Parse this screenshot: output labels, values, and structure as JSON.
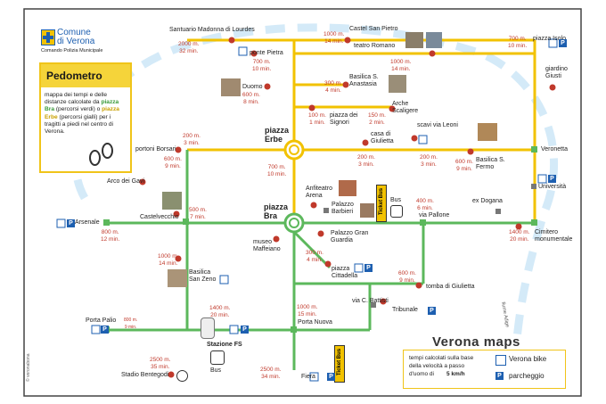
{
  "header": {
    "city_name_line1": "Comune",
    "city_name_line2": "di Verona",
    "authority": "Comando Polizia Municipale"
  },
  "pedometro": {
    "title": "Pedometro",
    "desc_1": "mappa dei tempi e delle distanze calcolate da",
    "piazza_bra": "piazza Bra",
    "desc_2": "(percorsi verdi) o",
    "piazza_erbe": "piazza Erbe",
    "desc_3": "(percorsi gialli) per i tragitti a piedi nel centro di Verona."
  },
  "places": {
    "santuario": "Santuario Madonna di Lourdes",
    "castel_san_pietro": "Castel San Pietro",
    "teatro_romano": "teatro Romano",
    "ponte_pietra": "ponte Pietra",
    "piazza_isolo": "piazza Isolo",
    "giardino_giusti": "giardino Giusti",
    "duomo": "Duomo",
    "basilica_anastasia": "Basilica S. Anastasia",
    "arche_scaligere": "Arche Scaligere",
    "piazza_signori": "piazza dei Signori",
    "scavi_leoni": "scavi via Leoni",
    "casa_giulietta": "casa di Giulietta",
    "porton_borsari": "portoni Borsari",
    "veronetta": "Veronetta",
    "basilica_fermo": "Basilica S. Fermo",
    "universita": "Università",
    "arco_gavi": "Arco dei Gavi",
    "anfiteatro": "Anfiteatro Arena",
    "palazzo_barbieri": "Palazzo Barbieri",
    "ex_dogana": "ex Dogana",
    "castelvecchio": "Castelvecchio",
    "arsenale": "Arsenale",
    "via_pallone": "via Pallone",
    "cimitero": "Cimitero monumentale",
    "museo_maffeiano": "museo Maffeiano",
    "gran_guardia": "Palazzo Gran Guardia",
    "basilica_zeno": "Basilica San Zeno",
    "piazza_cittadella": "piazza Cittadella",
    "tomba_giulietta": "tomba di Giulietta",
    "via_battisti": "via C. Battisti",
    "tribunale": "Tribunale",
    "porta_palio": "Porta Palio",
    "porta_nuova": "Porta Nuova",
    "stazione_fs": "Stazione FS",
    "bus": "Bus",
    "stadio": "Stadio Bentegodi",
    "fiera": "Fiera",
    "fiume": "fiume Adige"
  },
  "hubs": {
    "erbe": "piazza Erbe",
    "bra": "piazza Bra"
  },
  "distances": [
    {
      "key": "santuario",
      "m": "2000 m.",
      "t": "32 min."
    },
    {
      "key": "castel",
      "m": "1000 m.",
      "t": "14 min."
    },
    {
      "key": "isolo",
      "m": "700 m.",
      "t": "10 min."
    },
    {
      "key": "ponte",
      "m": "700 m.",
      "t": "10 min."
    },
    {
      "key": "teatro",
      "m": "1000 m.",
      "t": "14 min."
    },
    {
      "key": "duomo",
      "m": "600 m.",
      "t": "8 min."
    },
    {
      "key": "anastasia",
      "m": "300 m.",
      "t": "4 min."
    },
    {
      "key": "signori",
      "m": "100 m.",
      "t": "1 min."
    },
    {
      "key": "arche",
      "m": "150 m.",
      "t": "2 min."
    },
    {
      "key": "borsari",
      "m": "200 m.",
      "t": "3 min."
    },
    {
      "key": "arco",
      "m": "600 m.",
      "t": "9 min."
    },
    {
      "key": "giulietta",
      "m": "200 m.",
      "t": "3 min."
    },
    {
      "key": "leoni",
      "m": "200 m.",
      "t": "3 min."
    },
    {
      "key": "fermo",
      "m": "600 m.",
      "t": "9 min."
    },
    {
      "key": "erbe_bra",
      "m": "700 m.",
      "t": "10 min."
    },
    {
      "key": "castelvecchio",
      "m": "500 m.",
      "t": "7 min."
    },
    {
      "key": "arsenale",
      "m": "800 m.",
      "t": "12 min."
    },
    {
      "key": "pallone",
      "m": "400 m.",
      "t": "6 min."
    },
    {
      "key": "cimitero",
      "m": "1400 m.",
      "t": "20 min."
    },
    {
      "key": "zeno",
      "m": "1000 m.",
      "t": "14 min."
    },
    {
      "key": "cittadella",
      "m": "300 m.",
      "t": "4 min."
    },
    {
      "key": "tomba",
      "m": "600 m.",
      "t": "9 min."
    },
    {
      "key": "porta_nuova",
      "m": "1000 m.",
      "t": "15 min."
    },
    {
      "key": "stazione",
      "m": "1400 m.",
      "t": "20 min."
    },
    {
      "key": "palio",
      "m": "800 m.",
      "t": "9 min."
    },
    {
      "key": "stadio",
      "m": "2500 m.",
      "t": "35 min."
    },
    {
      "key": "fiera",
      "m": "2500 m.",
      "t": "34 min."
    }
  ],
  "ticket_bus": "Ticket Bus",
  "brand": "Verona maps",
  "legend": {
    "note_1": "tempi calcolati sulla base",
    "note_2": "della velocità a passo",
    "note_3": "d'uomo di",
    "speed": "5 km/h",
    "bike": "Verona bike",
    "parking": "parcheggio",
    "p_symbol": "P"
  },
  "credit": "© veronabona",
  "colors": {
    "green": "#5cb85c",
    "yellow": "#f2c200",
    "red": "#c0392b",
    "river": "#cfe8f7",
    "p_blue": "#1d5fb0"
  }
}
